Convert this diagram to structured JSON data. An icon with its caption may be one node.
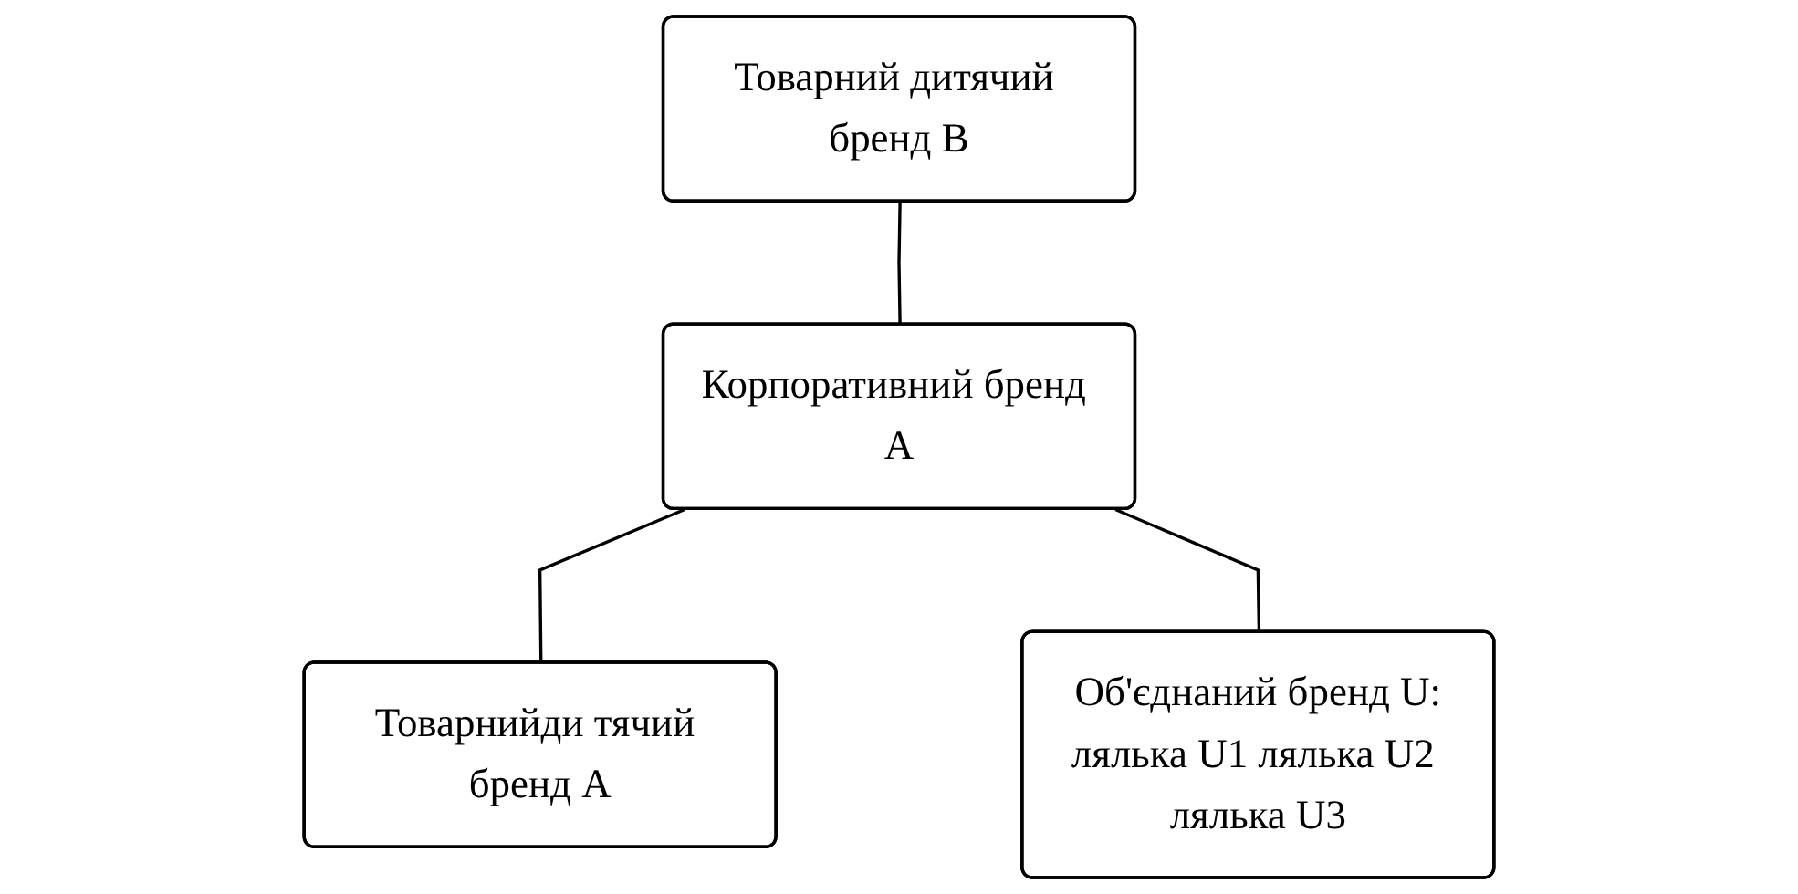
{
  "diagram": {
    "nodes": [
      {
        "text": [
          "Товарний дитячий бренд В"
        ]
      },
      {
        "text": [
          "Корпоративний бренд А"
        ]
      },
      {
        "text": [
          "Товарнийди тячий бренд А"
        ]
      },
      {
        "text": [
          "Об'єднаний бренд U:",
          "лялька U1 лялька U2 лялька U3"
        ]
      }
    ],
    "edges": [
      {
        "from": 0,
        "to": 1,
        "arrow": "none"
      },
      {
        "from": 1,
        "to": 2,
        "arrow": "none"
      },
      {
        "from": 1,
        "to": 3,
        "arrow": "none"
      }
    ]
  }
}
